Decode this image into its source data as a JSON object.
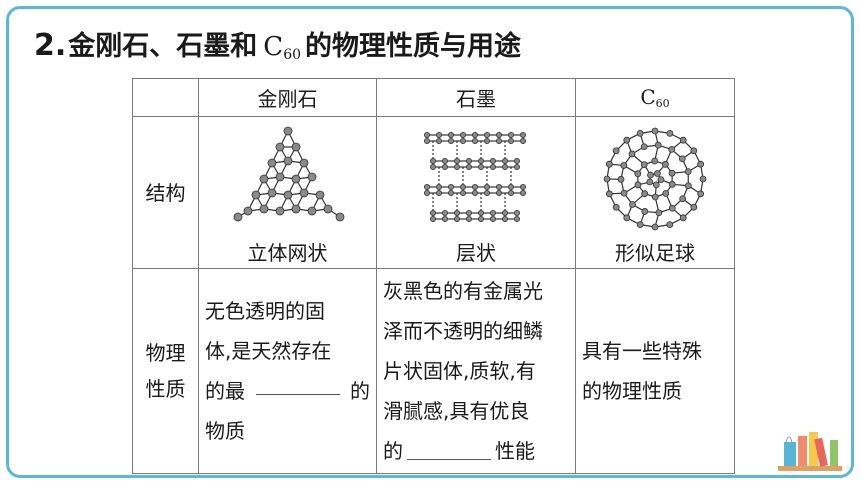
{
  "title": {
    "number": "2.",
    "text": "金刚石、石墨和",
    "formula_c": "C",
    "formula_sub": "60",
    "text_after": "的物理性质与用途"
  },
  "table": {
    "headers": [
      "",
      "金刚石",
      "石墨"
    ],
    "c60_header": {
      "c": "C",
      "sub": "60"
    },
    "row_structure": {
      "label": "结构",
      "captions": [
        "立体网状",
        "层状",
        "形似足球"
      ]
    },
    "row_property": {
      "label_line1": "物理",
      "label_line2": "性质",
      "diamond": [
        "无色透明的固",
        "体,是天然存在",
        "的最",
        "的",
        "物质"
      ],
      "graphite": [
        "灰黑色的有金属光",
        "泽而不透明的细鳞",
        "片状固体,质软,有",
        "滑腻感,具有优良",
        "的",
        "性能"
      ],
      "c60": [
        "具有一些特殊",
        "的物理性质"
      ]
    }
  },
  "decor": {
    "frame_color": "#5bb8d6",
    "atom_color": "#8a8a8a"
  }
}
